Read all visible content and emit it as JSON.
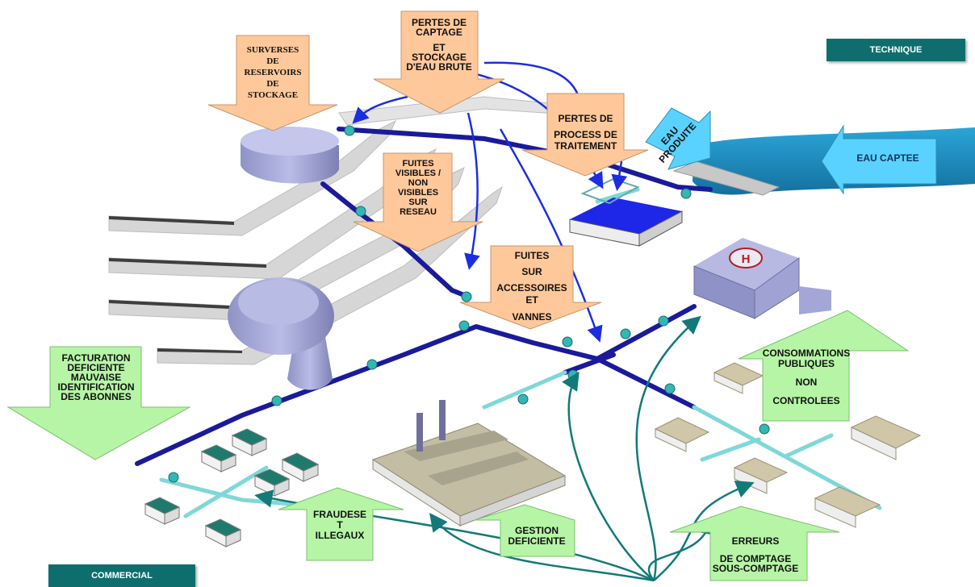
{
  "badges": {
    "technique": "TECHNIQUE",
    "commercial": "COMMERCIAL"
  },
  "losses": {
    "surverses": [
      "SURVERSES",
      "DE",
      "RESERVOIRS",
      "DE",
      "STOCKAGE"
    ],
    "pertes_captage": [
      "PERTES DE",
      "CAPTAGE",
      "ET",
      "STOCKAGE",
      "D'EAU BRUTE"
    ],
    "pertes_process": [
      "PERTES DE",
      "PROCESS DE",
      "TRAITEMENT"
    ],
    "fuites_reseau": [
      "FUITES",
      "VISIBLES /",
      "NON",
      "VISIBLES",
      "SUR",
      "RESEAU"
    ],
    "fuites_accessoires": [
      "FUITES",
      "SUR",
      "ACCESSOIRES",
      "ET",
      "VANNES"
    ],
    "facturation": [
      "FACTURATION",
      "DEFICIENTE",
      "MAUVAISE",
      "IDENTIFICATION",
      "DES ABONNES"
    ],
    "consommations": [
      "CONSOMMATIONS",
      "PUBLIQUES",
      "NON",
      "CONTROLEES"
    ],
    "fraudes": [
      "FRAUDESE",
      "T",
      "ILLEGAUX"
    ],
    "gestion": [
      "GESTION",
      "DEFICIENTE"
    ],
    "erreurs": [
      "ERREURS",
      "DE COMPTAGE",
      "SOUS-COMPTAGE"
    ]
  },
  "flows": {
    "eau_produite": "EAU PRODUITE",
    "eau_captee": "EAU CAPTEE",
    "hospital_mark": "H"
  },
  "colors": {
    "loss_arrow": "#ffc89a",
    "commercial_arrow": "#b6f5a6",
    "flow_arrow": "#5ad2ff",
    "river": "#1f8fc4",
    "pipe": "#1a1a9a",
    "teal_pipe": "#7fd8d8",
    "badge": "#0e6e6e"
  }
}
